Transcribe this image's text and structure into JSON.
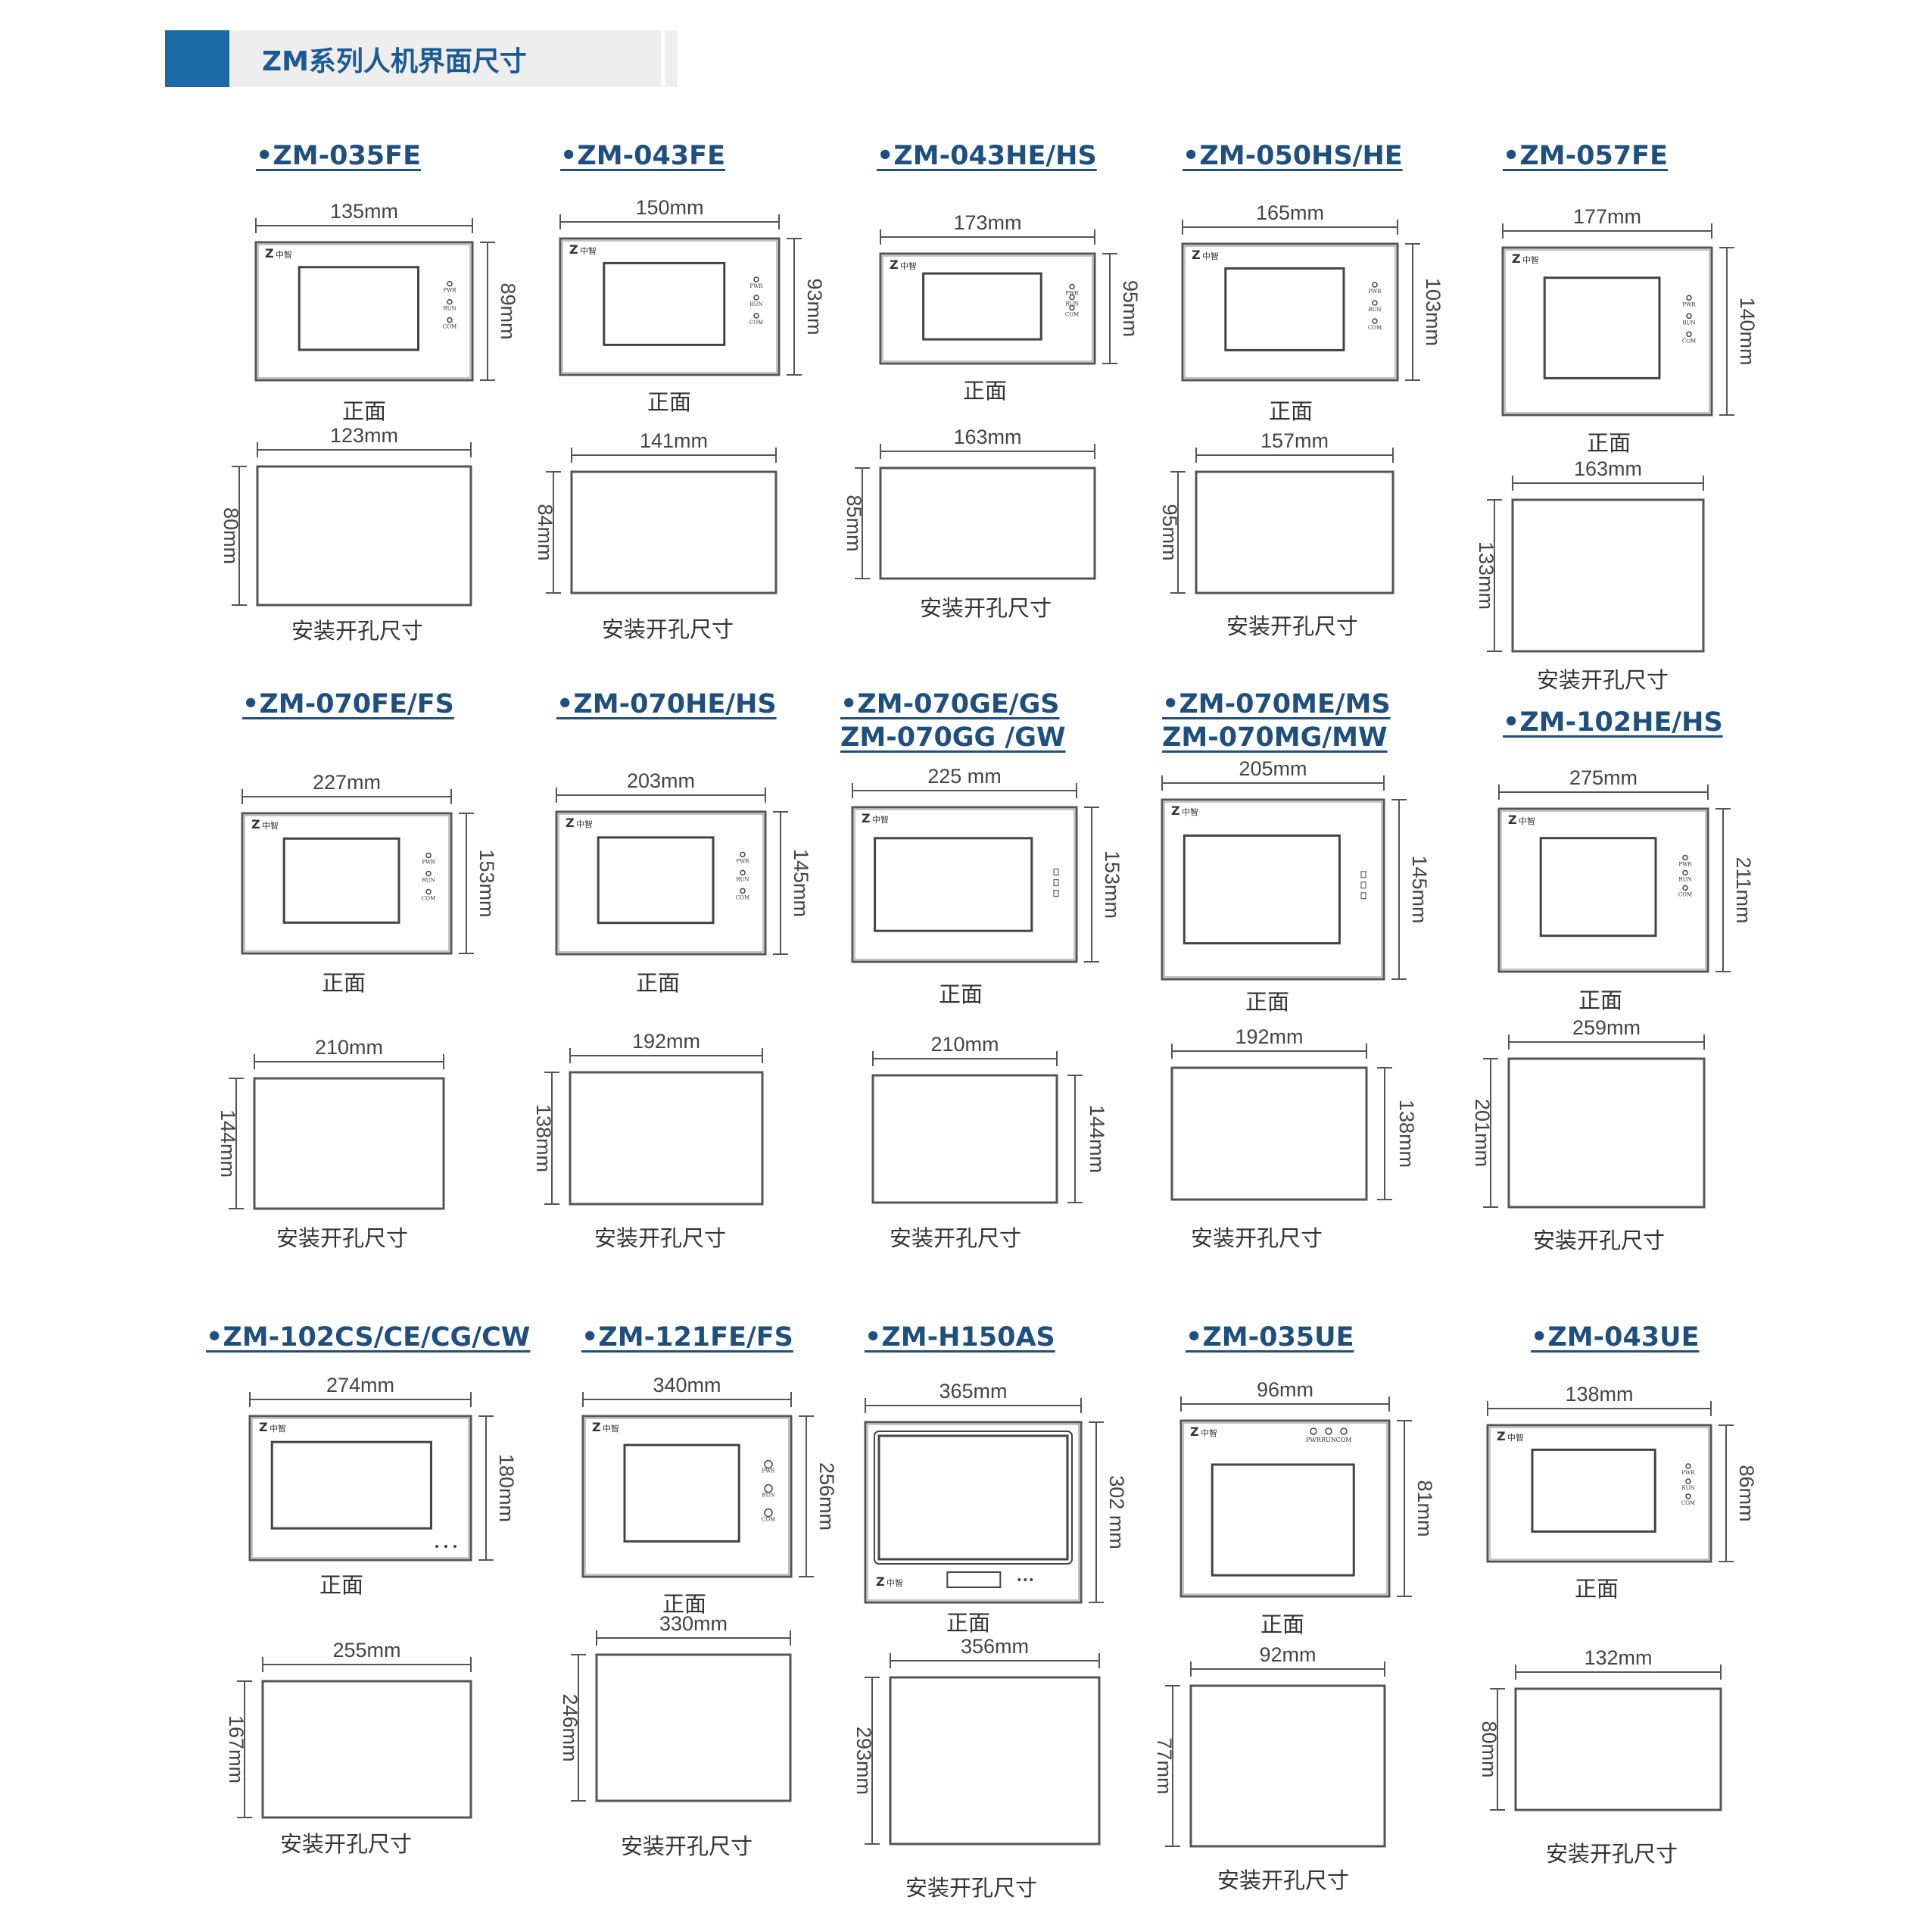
{
  "header": {
    "title": "ZM系列人机界面尺寸"
  },
  "labels": {
    "front": "正面",
    "cutout": "安装开孔尺寸"
  },
  "leds": [
    "PWR",
    "RUN",
    "COM"
  ],
  "logo_text": "中智",
  "devices": [
    {
      "model": [
        "•ZM-035FE"
      ],
      "front": {
        "w": "135mm",
        "h": "89mm"
      },
      "cut": {
        "w": "123mm",
        "h": "80mm"
      }
    },
    {
      "model": [
        "•ZM-043FE"
      ],
      "front": {
        "w": "150mm",
        "h": "93mm"
      },
      "cut": {
        "w": "141mm",
        "h": "84mm"
      }
    },
    {
      "model": [
        "•ZM-043HE/HS"
      ],
      "front": {
        "w": "173mm",
        "h": "95mm"
      },
      "cut": {
        "w": "163mm",
        "h": "85mm"
      }
    },
    {
      "model": [
        "•ZM-050HS/HE"
      ],
      "front": {
        "w": "165mm",
        "h": "103mm"
      },
      "cut": {
        "w": "157mm",
        "h": "95mm"
      }
    },
    {
      "model": [
        "•ZM-057FE"
      ],
      "front": {
        "w": "177mm",
        "h": "140mm"
      },
      "cut": {
        "w": "163mm",
        "h": "133mm"
      }
    },
    {
      "model": [
        "•ZM-070FE/FS"
      ],
      "front": {
        "w": "227mm",
        "h": "153mm"
      },
      "cut": {
        "w": "210mm",
        "h": "144mm"
      }
    },
    {
      "model": [
        "•ZM-070HE/HS"
      ],
      "front": {
        "w": "203mm",
        "h": "145mm"
      },
      "cut": {
        "w": "192mm",
        "h": "138mm"
      }
    },
    {
      "model": [
        "•ZM-070GE/GS",
        " ZM-070GG /GW"
      ],
      "front": {
        "w": "225 mm",
        "h": "153mm"
      },
      "cut": {
        "w": "210mm",
        "h": "144mm"
      }
    },
    {
      "model": [
        "•ZM-070ME/MS",
        "  ZM-070MG/MW"
      ],
      "front": {
        "w": "205mm",
        "h": "145mm"
      },
      "cut": {
        "w": "192mm",
        "h": "138mm"
      }
    },
    {
      "model": [
        "•ZM-102HE/HS"
      ],
      "front": {
        "w": "275mm",
        "h": "211mm"
      },
      "cut": {
        "w": "259mm",
        "h": "201mm"
      }
    },
    {
      "model": [
        "•ZM-102CS/CE/CG/CW"
      ],
      "front": {
        "w": "274mm",
        "h": "180mm"
      },
      "cut": {
        "w": "255mm",
        "h": "167mm"
      }
    },
    {
      "model": [
        "•ZM-121FE/FS"
      ],
      "front": {
        "w": "340mm",
        "h": "256mm"
      },
      "cut": {
        "w": "330mm",
        "h": "246mm"
      }
    },
    {
      "model": [
        "•ZM-H150AS"
      ],
      "front": {
        "w": "365mm",
        "h": "302 mm"
      },
      "cut": {
        "w": "356mm",
        "h": "293mm"
      }
    },
    {
      "model": [
        "•ZM-035UE"
      ],
      "front": {
        "w": "96mm",
        "h": "81mm"
      },
      "cut": {
        "w": "92mm",
        "h": "77mm"
      }
    },
    {
      "model": [
        "•ZM-043UE"
      ],
      "front": {
        "w": "138mm",
        "h": "86mm"
      },
      "cut": {
        "w": "132mm",
        "h": "80mm"
      }
    }
  ]
}
